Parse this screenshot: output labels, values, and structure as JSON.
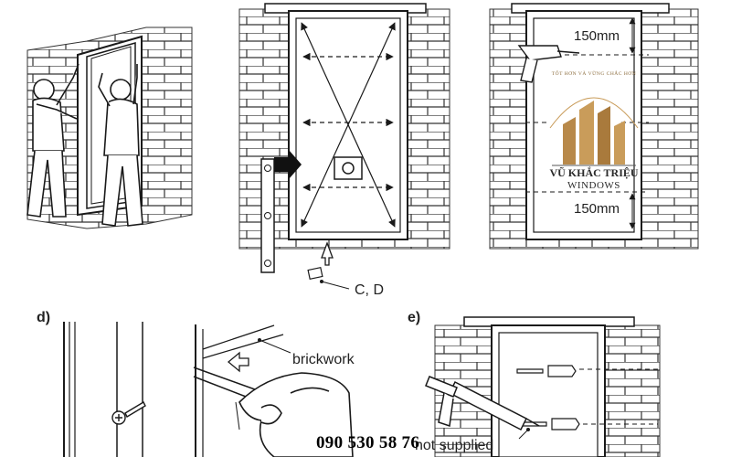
{
  "labels": {
    "cd": "C, D",
    "dim_top": "150mm",
    "dim_bottom": "150mm",
    "step_d": "d)",
    "step_e": "e)",
    "brickwork": "brickwork",
    "not_supplied": "not supplied"
  },
  "logo": {
    "tagline": "TỐT HƠN VÀ VỮNG CHẮC HƠN",
    "name": "VŨ KHẮC TRIỆU",
    "sub": "WINDOWS"
  },
  "phone": "090 530 58 76",
  "colors": {
    "line": "#1a1a1a",
    "brick": "#333333",
    "logo_gold": "#b8894a"
  }
}
